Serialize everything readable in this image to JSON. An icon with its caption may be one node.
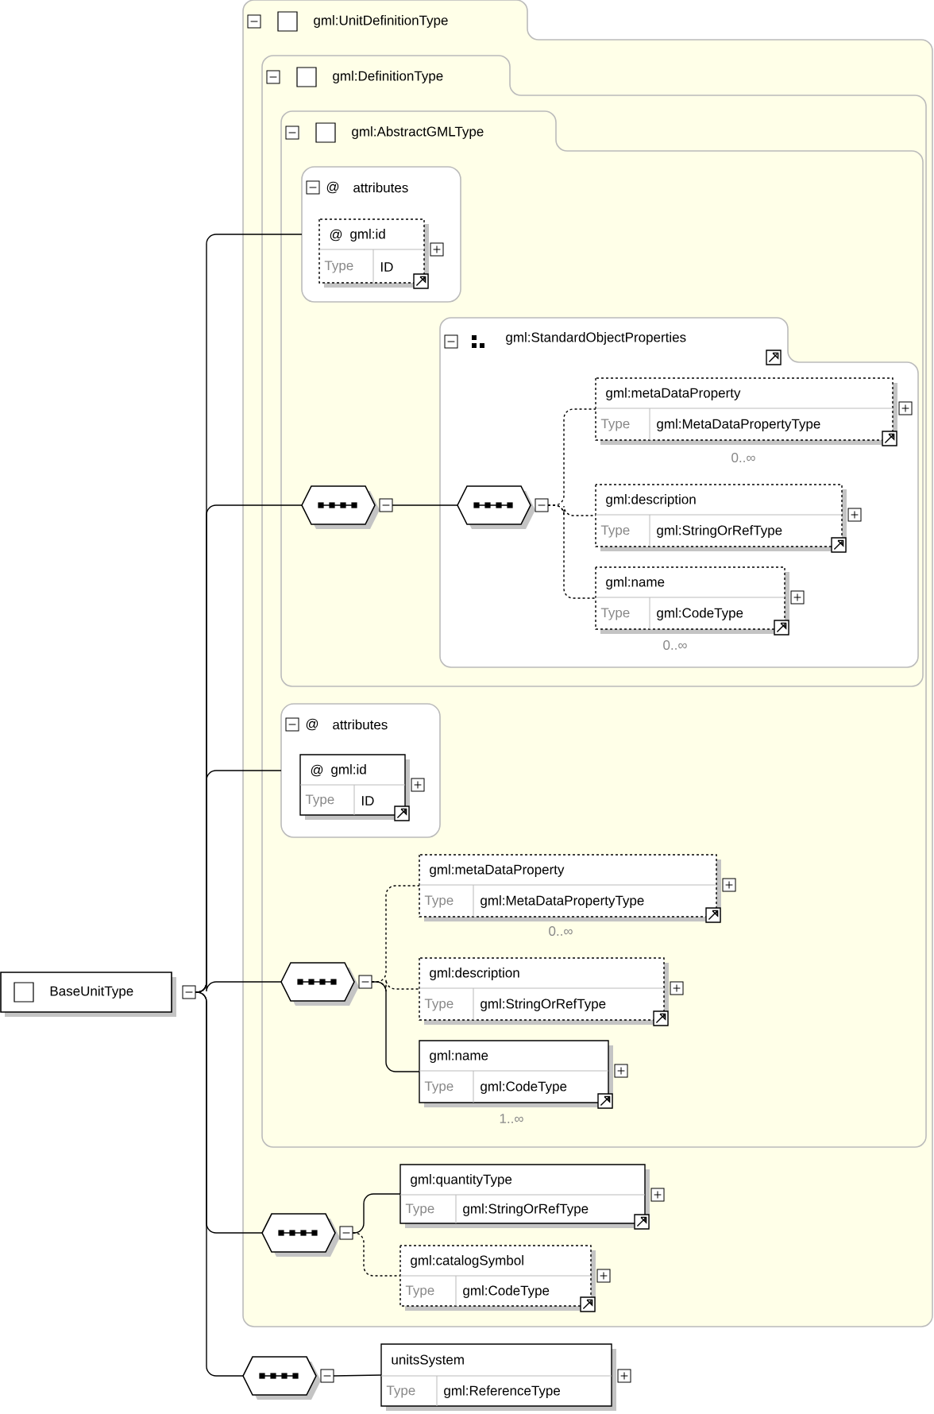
{
  "diagram": {
    "nodes": [
      {
        "text": [
          "BaseUnitType"
        ]
      },
      {
        "text": [
          "gml:UnitDefinitionType"
        ]
      },
      {
        "text": [
          "gml:DefinitionType"
        ],
        "in": 1
      },
      {
        "text": [
          "gml:AbstractGMLType"
        ],
        "in": 2
      },
      {
        "text": [
          "@",
          "attributes"
        ],
        "in": 3
      },
      {
        "text": [
          "@",
          "gml:id",
          "Type",
          "ID"
        ],
        "in": 4
      },
      {
        "text": [],
        "shape": "hexagon",
        "in": 3
      },
      {
        "text": [
          "gml:StandardObjectProperties"
        ],
        "in": 3
      },
      {
        "text": [],
        "shape": "hexagon",
        "in": 7
      },
      {
        "text": [
          "gml:metaDataProperty",
          "Type",
          "gml:MetaDataPropertyType"
        ],
        "beside": [
          "0..∞"
        ],
        "in": 7
      },
      {
        "text": [
          "gml:description",
          "Type",
          "gml:StringOrRefType"
        ],
        "in": 7
      },
      {
        "text": [
          "gml:name",
          "Type",
          "gml:CodeType"
        ],
        "beside": [
          "0..∞"
        ],
        "in": 7
      },
      {
        "text": [
          "@",
          "attributes"
        ],
        "in": 2
      },
      {
        "text": [
          "@",
          "gml:id",
          "Type",
          "ID"
        ],
        "in": 12
      },
      {
        "text": [],
        "shape": "hexagon",
        "in": 2
      },
      {
        "text": [
          "gml:metaDataProperty",
          "Type",
          "gml:MetaDataPropertyType"
        ],
        "beside": [
          "0..∞"
        ],
        "in": 2
      },
      {
        "text": [
          "gml:description",
          "Type",
          "gml:StringOrRefType"
        ],
        "in": 2
      },
      {
        "text": [
          "gml:name",
          "Type",
          "gml:CodeType"
        ],
        "beside": [
          "1..∞"
        ],
        "in": 2
      },
      {
        "text": [],
        "shape": "hexagon",
        "in": 1
      },
      {
        "text": [
          "gml:quantityType",
          "Type",
          "gml:StringOrRefType"
        ],
        "in": 1
      },
      {
        "text": [
          "gml:catalogSymbol",
          "Type",
          "gml:CodeType"
        ],
        "in": 1
      },
      {
        "text": [],
        "shape": "hexagon"
      },
      {
        "text": [
          "unitsSystem",
          "Type",
          "gml:ReferenceType"
        ]
      }
    ],
    "edges": [
      {
        "from": 0,
        "to": 4,
        "arrow": "none"
      },
      {
        "from": 0,
        "to": 6,
        "arrow": "none"
      },
      {
        "from": 0,
        "to": 12,
        "arrow": "none"
      },
      {
        "from": 0,
        "to": 14,
        "arrow": "none"
      },
      {
        "from": 0,
        "to": 18,
        "arrow": "none"
      },
      {
        "from": 0,
        "to": 21,
        "arrow": "none"
      },
      {
        "from": 6,
        "to": 8,
        "arrow": "none"
      },
      {
        "from": 8,
        "to": 9,
        "arrow": "none",
        "style": "dashed"
      },
      {
        "from": 8,
        "to": 10,
        "arrow": "none",
        "style": "dashed"
      },
      {
        "from": 8,
        "to": 11,
        "arrow": "none",
        "style": "dashed"
      },
      {
        "from": 14,
        "to": 15,
        "arrow": "none",
        "style": "dashed"
      },
      {
        "from": 14,
        "to": 16,
        "arrow": "none",
        "style": "dashed"
      },
      {
        "from": 14,
        "to": 17,
        "arrow": "none"
      },
      {
        "from": 18,
        "to": 19,
        "arrow": "none"
      },
      {
        "from": 18,
        "to": 20,
        "arrow": "none",
        "style": "dashed"
      },
      {
        "from": 21,
        "to": 22,
        "arrow": "none"
      }
    ]
  }
}
